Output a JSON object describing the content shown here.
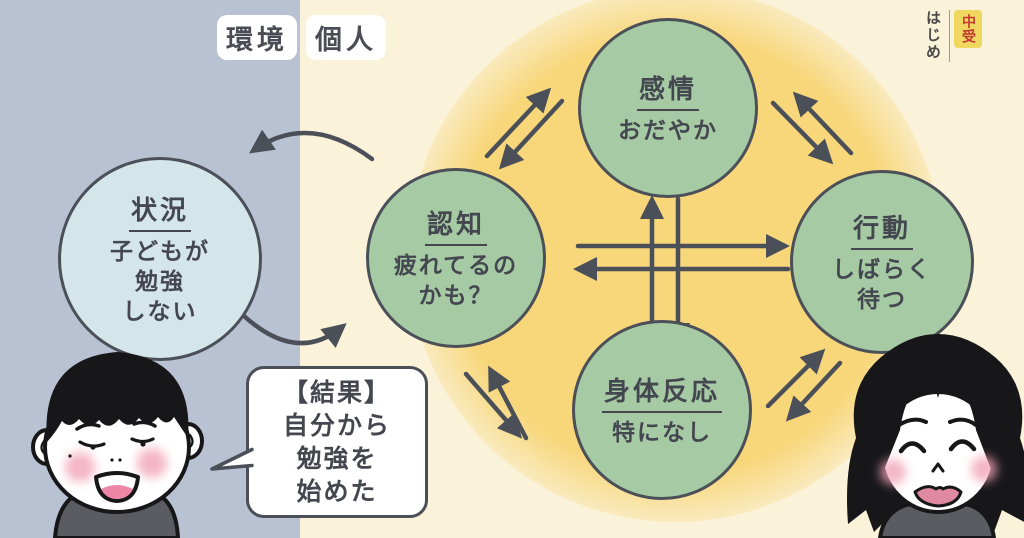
{
  "header": {
    "environment_label": "環境",
    "personal_label": "個人",
    "logo": {
      "vertical_text": "はじめ",
      "stamp_text": "中受"
    }
  },
  "nodes": {
    "emotion": {
      "title": "感情",
      "body": "おだやか"
    },
    "cognition": {
      "title": "認知",
      "body": "疲れてるの\nかも？"
    },
    "action": {
      "title": "行動",
      "body": "しばらく\n待つ"
    },
    "physical": {
      "title": "身体反応",
      "body": "特になし"
    },
    "situation": {
      "title": "状況",
      "body": "子どもが\n勉強\nしない"
    }
  },
  "speech_bubble": {
    "text": "【結果】\n自分から\n勉強を\n始めた"
  },
  "colors": {
    "environment_bg": "#b9c2d2",
    "personal_bg": "#faf2d9",
    "glow": "#f8d77b",
    "node_green": "#a6cba4",
    "node_blue": "#d4e6ea",
    "ink": "#4b4f58",
    "logo_stamp_bg": "#f0d75f",
    "logo_stamp_red": "#c23b32"
  }
}
